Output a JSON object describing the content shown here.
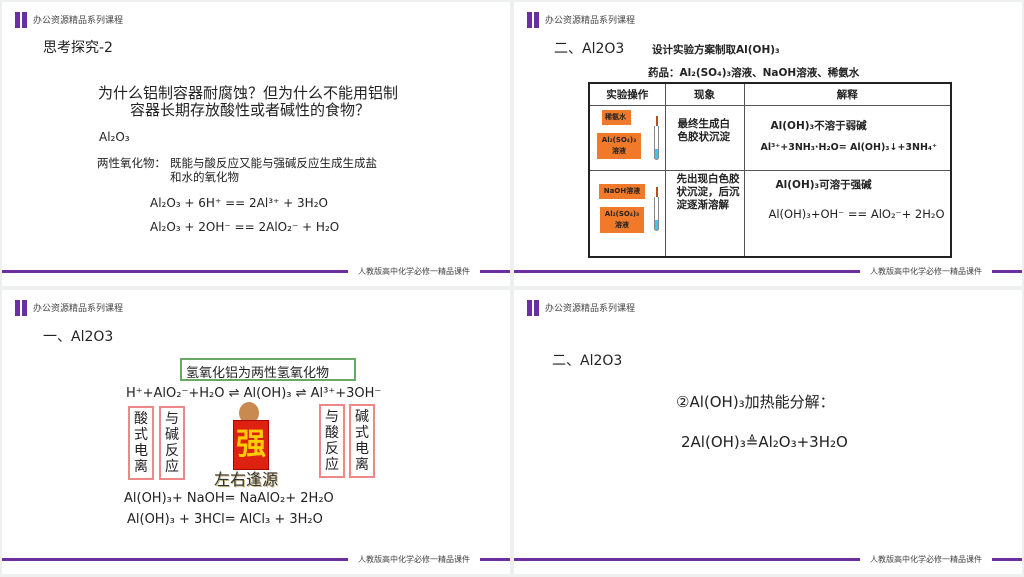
{
  "common": {
    "brand": "办公资源精品系列课程",
    "footer": "人教版高中化学必修一精品课件",
    "accent": "#6b2fa0"
  },
  "slide1": {
    "title": "思考探究-2",
    "question_1": "为什么铝制容器耐腐蚀？但为什么不能用铝制",
    "question_2": "容器长期存放酸性或者碱性的食物？",
    "compound": "Al₂O₃",
    "def_label": "两性氧化物：",
    "def_1": "既能与酸反应又能与强碱反应生成生成盐",
    "def_2": "和水的氧化物",
    "eq_1": "Al₂O₃ + 6H⁺ == 2Al³⁺ + 3H₂O",
    "eq_2": "Al₂O₃ + 2OH⁻ == 2AlO₂⁻ + H₂O"
  },
  "slide2": {
    "title": "二、Al2O3",
    "heading": "设计实验方案制取Al(OH)₃",
    "reagents": "药品：Al₂(SO₄)₃溶液、NaOH溶液、稀氨水",
    "table": {
      "headers": [
        "实验操作",
        "现象",
        "解释"
      ],
      "rows": [
        {
          "labels": [
            "稀氨水",
            "Al₂(SO₄)₃溶液"
          ],
          "phenomenon": "最终生成白色胶状沉淀",
          "explain_1": "Al(OH)₃不溶于弱碱",
          "explain_2": "Al³⁺+3NH₃·H₂O= Al(OH)₃↓+3NH₄⁺"
        },
        {
          "labels": [
            "NaOH溶液",
            "Al₂(SO₄)₃溶液"
          ],
          "phenomenon": "先出现白色胶状沉淀，后沉淀逐渐溶解",
          "explain_1": "Al(OH)₃可溶于强碱",
          "explain_2": "Al(OH)₃+OH⁻ == AlO₂⁻+ 2H₂O"
        }
      ]
    }
  },
  "slide3": {
    "title": "一、Al2O3",
    "box": "氢氧化铝为两性氢氧化物",
    "equilibrium": "H⁺+AlO₂⁻+H₂O ⇌ Al(OH)₃ ⇌ Al³⁺+3OH⁻",
    "labels": [
      "酸式电离",
      "与碱反应",
      "与酸反应",
      "碱式电离"
    ],
    "badge": "强",
    "caption": "左右逢源",
    "eq_1": "Al(OH)₃+  NaOH= NaAlO₂+ 2H₂O",
    "eq_2": "Al(OH)₃ + 3HCl= AlCl₃ + 3H₂O"
  },
  "slide4": {
    "title": "二、Al2O3",
    "heading": "②Al(OH)₃加热能分解：",
    "equation": "2Al(OH)₃≜Al₂O₃+3H₂O"
  }
}
